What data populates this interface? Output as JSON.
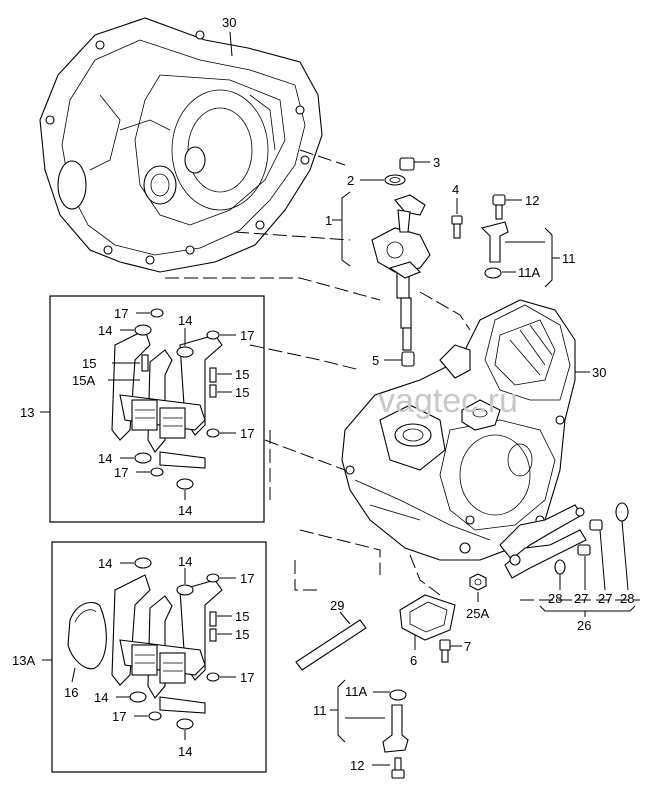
{
  "watermark": "vagtec.ru",
  "callouts": {
    "c30a": "30",
    "c30b": "30",
    "c1": "1",
    "c2": "2",
    "c3": "3",
    "c4": "4",
    "c5": "5",
    "c6": "6",
    "c7": "7",
    "c11a": "11",
    "c11b": "11",
    "c11A_a": "11A",
    "c11A_b": "11A",
    "c12a": "12",
    "c12b": "12",
    "c13": "13",
    "c13A": "13A",
    "c14_1": "14",
    "c14_2": "14",
    "c14_3": "14",
    "c14_4": "14",
    "c14_5": "14",
    "c14_6": "14",
    "c14_7": "14",
    "c14_8": "14",
    "c15_1": "15",
    "c15_2": "15",
    "c15_3": "15",
    "c15_4": "15",
    "c15_5": "15",
    "c15A": "15A",
    "c16": "16",
    "c17_1": "17",
    "c17_2": "17",
    "c17_3": "17",
    "c17_4": "17",
    "c17_5": "17",
    "c17_6": "17",
    "c17_7": "17",
    "c25A": "25A",
    "c26": "26",
    "c27a": "27",
    "c27b": "27",
    "c28a": "28",
    "c28b": "28",
    "c29": "29"
  }
}
